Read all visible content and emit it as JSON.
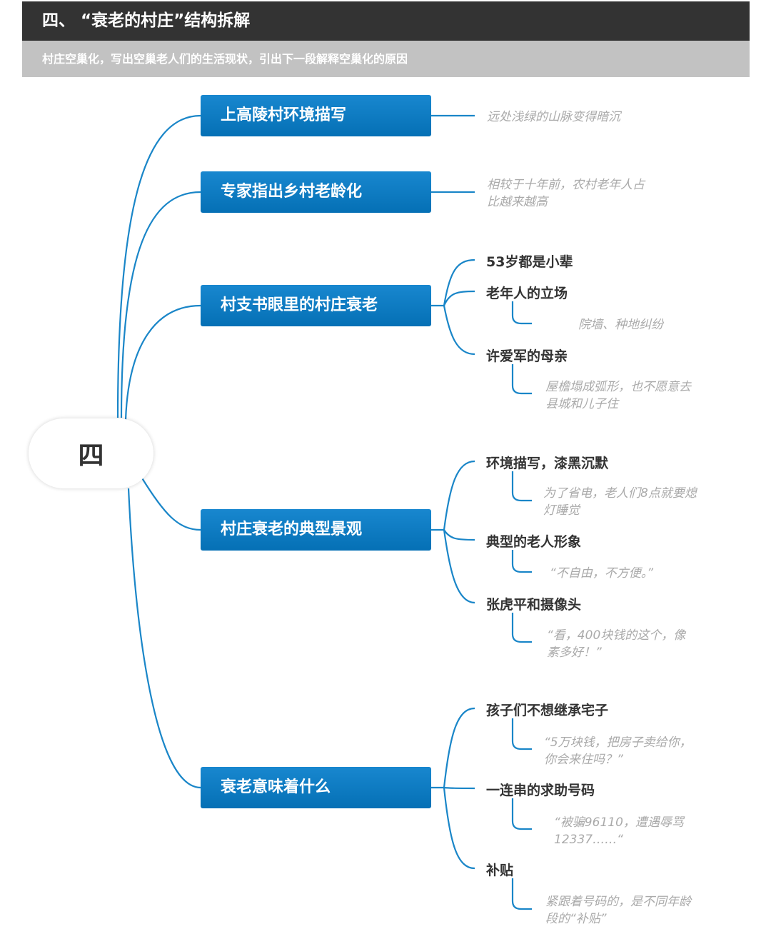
{
  "header": {
    "title": "四、 “衰老的村庄”结构拆解",
    "subtitle": "村庄空巢化，写出空巢老人们的生活现状，引出下一段解释空巢化的原因"
  },
  "root": {
    "label": "四"
  },
  "branches": [
    {
      "label": "上高陵村环境描写",
      "note": "远处浅绿的山脉变得暗沉"
    },
    {
      "label": "专家指出乡村老龄化",
      "note": "相较于十年前，农村老年人占\n比越来越高"
    },
    {
      "label": "村支书眼里的村庄衰老",
      "children": [
        {
          "label": "53岁都是小辈"
        },
        {
          "label": "老年人的立场",
          "note": "院墙、种地纠纷"
        },
        {
          "label": "许爱军的母亲",
          "note": "屋檐塌成弧形，也不愿意去\n县城和儿子住"
        }
      ]
    },
    {
      "label": "村庄衰老的典型景观",
      "children": [
        {
          "label": "环境描写，漆黑沉默",
          "note": "为了省电，老人们8点就要熄\n灯睡觉"
        },
        {
          "label": "典型的老人形象",
          "note": "“不自由，不方便。”"
        },
        {
          "label": "张虎平和摄像头",
          "note": "“看，400块钱的这个，像\n素多好！”"
        }
      ]
    },
    {
      "label": "衰老意味着什么",
      "children": [
        {
          "label": "孩子们不想继承宅子",
          "note": "“5万块钱，把房子卖给你，\n你会来住吗？”"
        },
        {
          "label": "一连串的求助号码",
          "note": "“被骗96110，遭遇辱骂\n12337……“"
        },
        {
          "label": "补贴",
          "note": "紧跟着号码的，是不同年龄\n段的“补贴”"
        }
      ]
    }
  ],
  "colors": {
    "header": "#333333",
    "subheader": "#c2c2c2",
    "node": "#0a78c0",
    "line": "#1a86c8"
  }
}
